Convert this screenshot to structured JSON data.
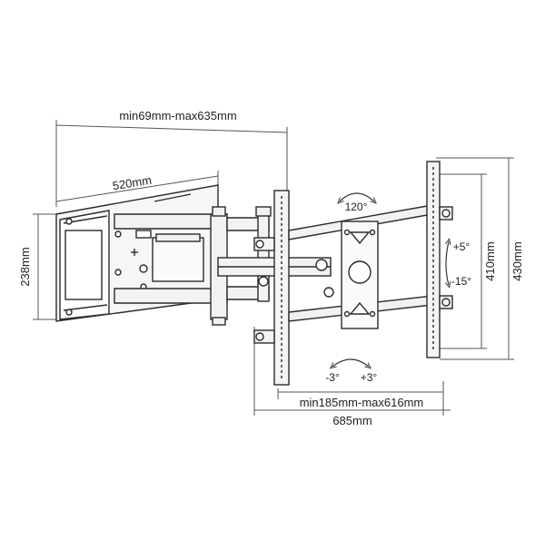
{
  "colors": {
    "line": "#2b2b2b",
    "fill": "#f4f4f4",
    "dim": "#555555"
  },
  "dimensions": {
    "arm_extension": "min69mm-max635mm",
    "wall_plate_width": "520mm",
    "wall_plate_height": "238mm",
    "swivel": "120°",
    "tilt_up": "+5°",
    "tilt_down": "-15°",
    "vesa_inner_height": "410mm",
    "vesa_outer_height": "430mm",
    "level_left": "-3°",
    "level_right": "+3°",
    "vesa_width_range": "min185mm-max616mm",
    "vesa_total_width": "685mm"
  }
}
